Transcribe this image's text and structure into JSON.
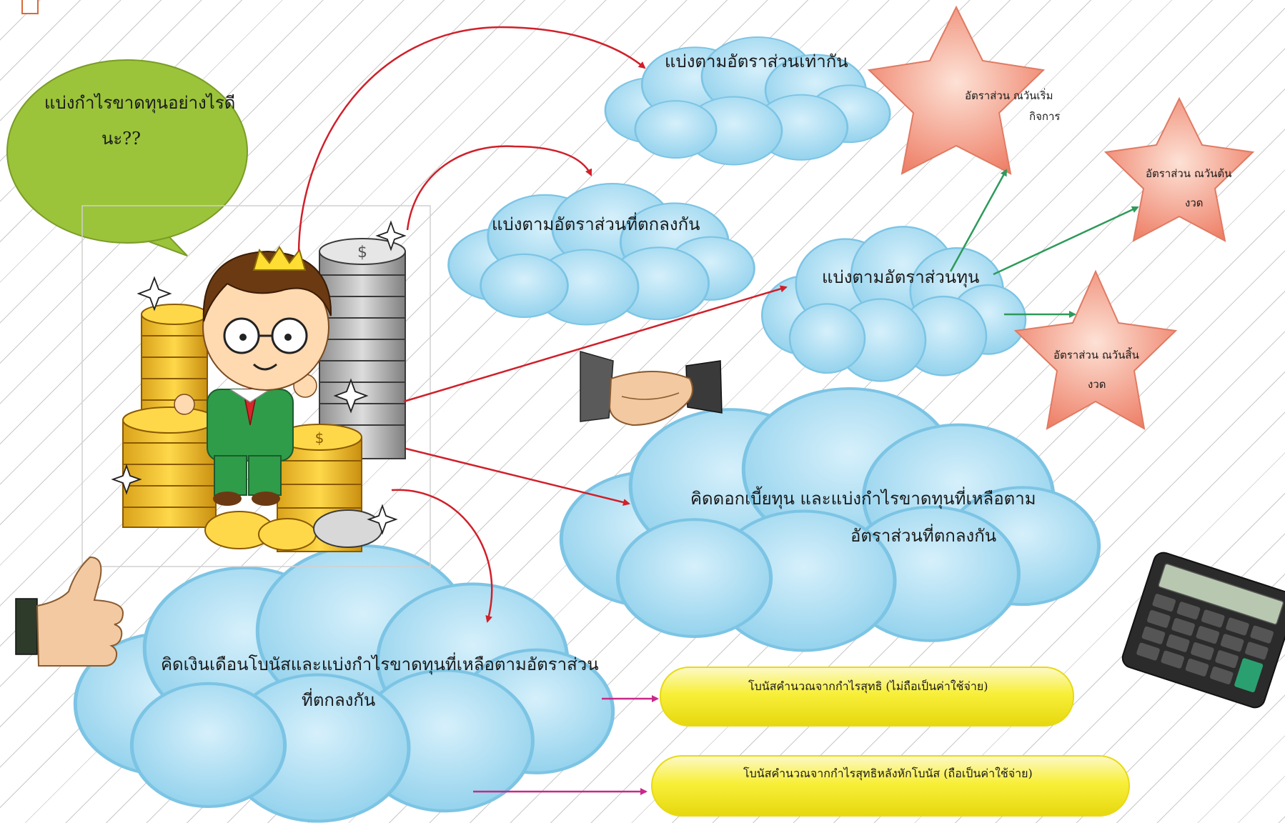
{
  "speech_bubble": {
    "line1": "แบ่งกำไรขาดทุนอย่างไรดี",
    "line2": "นะ??"
  },
  "clouds": {
    "equal_ratio": "แบ่งตามอัตราส่วนเท่ากัน",
    "agreed_ratio": "แบ่งตามอัตราส่วนที่ตกลงกัน",
    "capital_ratio": "แบ่งตามอัตราส่วนทุน",
    "interest": {
      "line1": "คิดดอกเบี้ยทุน และแบ่งกำไรขาดทุนที่เหลือตาม",
      "line2": "อัตราส่วนที่ตกลงกัน"
    },
    "salary_bonus": {
      "line1": "คิดเงินเดือนโบนัสและแบ่งกำไรขาดทุนที่เหลือตามอัตราส่วน",
      "line2": "ที่ตกลงกัน"
    }
  },
  "stars": [
    {
      "line1": "อัตราส่วน ณวันเริ่ม",
      "line2": "กิจการ"
    },
    {
      "line1": "อัตราส่วน ณวันต้น",
      "line2": "งวด"
    },
    {
      "line1": "อัตราส่วน ณวันสิ้น",
      "line2": "งวด"
    }
  ],
  "pills": [
    "โบนัสคำนวณจากกำไรสุทธิ (ไม่ถือเป็นค่าใช้จ่าย)",
    "โบนัสคำนวณจากกำไรสุทธิหลังหักโบนัส (ถือเป็นค่าใช้จ่าย)"
  ],
  "colors": {
    "cloud_fill": "#a8dcf0",
    "cloud_stroke": "#7cc4e4",
    "bubble_fill": "#9bc43a",
    "star_fill": "#f3a08a",
    "pill_fill": "#f7ee2c",
    "arrow_red": "#d0202a",
    "arrow_green": "#2e9a5a",
    "arrow_magenta": "#c8288a"
  }
}
